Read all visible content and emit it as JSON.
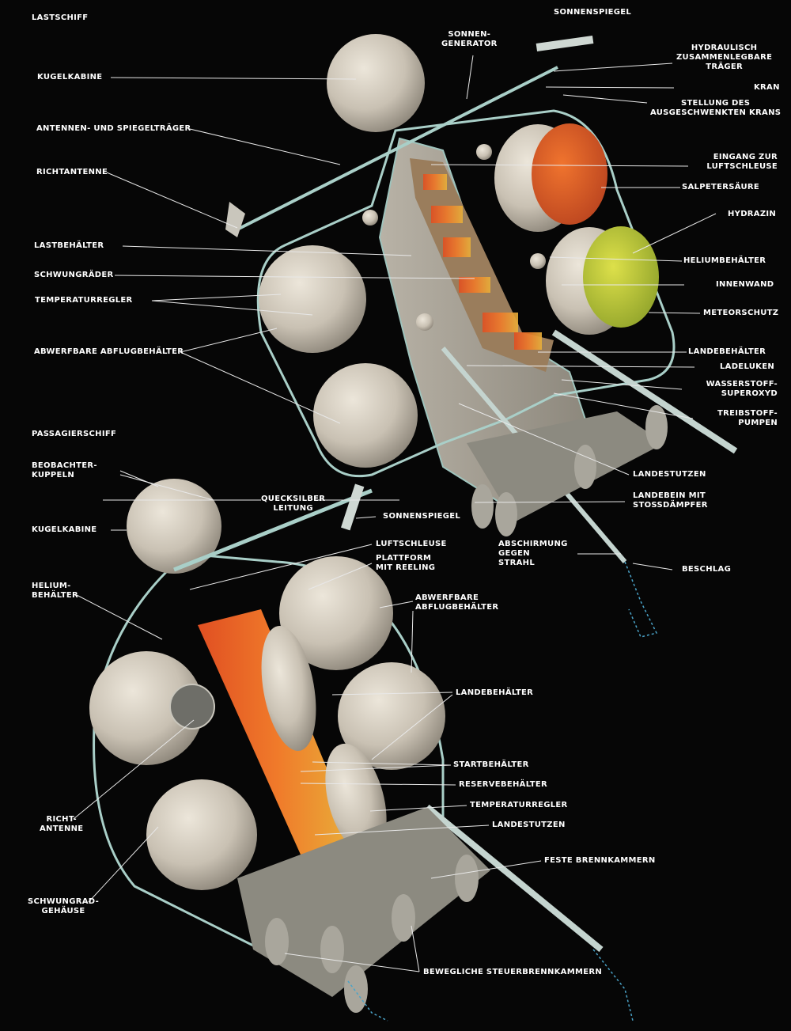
{
  "sections": {
    "cargo_title": "LASTSCHIFF",
    "passenger_title": "PASSAGIERSCHIFF"
  },
  "cargo_labels": {
    "sonnenspiegel": "SONNENSPIEGEL",
    "sonnengenerator": [
      "SONNEN-",
      "GENERATOR"
    ],
    "hydraulisch": [
      "HYDRAULISCH",
      "ZUSAMMENLEGBARE",
      "TRÄGER"
    ],
    "kran": "KRAN",
    "stellung": [
      "STELLUNG DES",
      "AUSGESCHWENKTEN KRANS"
    ],
    "kugelkabine": "KUGELKABINE",
    "antennentraeger": "ANTENNEN- UND SPIEGELTRÄGER",
    "richtantenne": "RICHTANTENNE",
    "eingang": [
      "EINGANG ZUR",
      "LUFTSCHLEUSE"
    ],
    "salpetersaeure": "SALPETERSÄURE",
    "hydrazin": "HYDRAZIN",
    "lastbehaelter": "LASTBEHÄLTER",
    "heliumbehaelter": "HELIUMBEHÄLTER",
    "schwungraeder": "SCHWUNGRÄDER",
    "innenwand": "INNENWAND",
    "temperaturregler": "TEMPERATURREGLER",
    "meteorschutz": "METEORSCHUTZ",
    "abwerfbare": "ABWERFBARE ABFLUGBEHÄLTER",
    "landebehaelter": "LANDEBEHÄLTER",
    "ladeluken": "LADELUKEN",
    "wasserstoff": [
      "WASSERSTOFF-",
      "SUPEROXYD"
    ],
    "treibstoffpumpen": [
      "TREIBSTOFF-",
      "PUMPEN"
    ],
    "landestutzen": "LANDESTUTZEN",
    "landebein": [
      "LANDEBEIN MIT",
      "STOSSDÄMPFER"
    ],
    "abschirmung": [
      "ABSCHIRMUNG",
      "GEGEN",
      "STRAHL"
    ],
    "beschlag": "BESCHLAG"
  },
  "passenger_labels": {
    "beobachterkuppeln": [
      "BEOBACHTER-",
      "KUPPELN"
    ],
    "quecksilber": [
      "QUECKSILBER",
      "LEITUNG"
    ],
    "sonnenspiegel": "SONNENSPIEGEL",
    "kugelkabine": "KUGELKABINE",
    "luftschleuse": "LUFTSCHLEUSE",
    "plattform": [
      "PLATTFORM",
      "MIT REELING"
    ],
    "heliumbehaelter": [
      "HELIUM-",
      "BEHÄLTER"
    ],
    "abwerfbare": [
      "ABWERFBARE",
      "ABFLUGBEHÄLTER"
    ],
    "landebehaelter": "LANDEBEHÄLTER",
    "startbehaelter": "STARTBEHÄLTER",
    "reservebehaelter": "RESERVEBEHÄLTER",
    "temperaturregler": "TEMPERATURREGLER",
    "landestutzen": "LANDESTUTZEN",
    "richtantenne": [
      "RICHT-",
      "ANTENNE"
    ],
    "feste": "FESTE BRENNKAMMERN",
    "schwungrad": [
      "SCHWUNGRAD-",
      "GEHÄUSE"
    ],
    "bewegliche": "BEWEGLICHE STEUERBRENNKAMMERN"
  },
  "colors": {
    "background": "#060606",
    "sphere": "#cfc8bc",
    "frame": "#a9cfc8",
    "nitric_acid": "#e0552a",
    "hydrazine": "#c8d23c",
    "cargo_orange": "#e3742a",
    "label_text": "#ffffff"
  }
}
